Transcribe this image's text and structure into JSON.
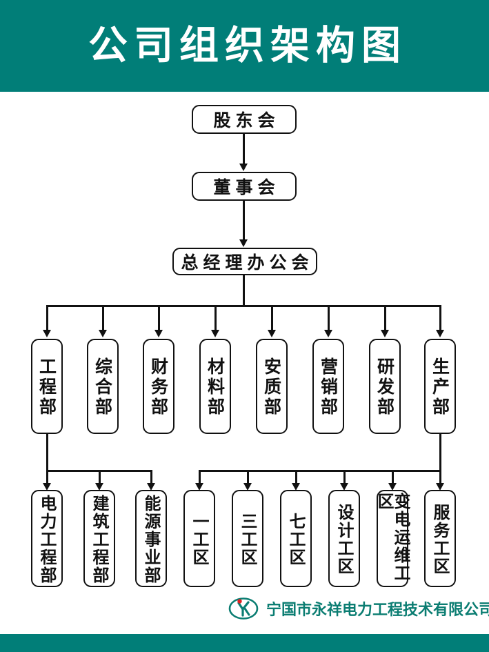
{
  "header": {
    "title": "公司组织架构图",
    "background_color": "#017E78",
    "text_color": "#FFFFFF"
  },
  "footer": {
    "company_name": "宁国市永祥电力工程技术有限公司",
    "logo_name": "yongxiang-logo",
    "text_color": "#0B7D72",
    "bar_color": "#017E78"
  },
  "chart_data": {
    "type": "org-chart",
    "title": "公司组织架构图",
    "orientation": "top-down",
    "levels": [
      {
        "level": 1,
        "nodes": [
          "股东会"
        ]
      },
      {
        "level": 2,
        "nodes": [
          "董事会"
        ]
      },
      {
        "level": 3,
        "nodes": [
          "总经理办公会"
        ]
      },
      {
        "level": 4,
        "nodes": [
          "工程部",
          "综合部",
          "财务部",
          "材料部",
          "安质部",
          "营销部",
          "研发部",
          "生产部"
        ]
      },
      {
        "level": 5,
        "nodes": [
          "电力工程部",
          "建筑工程部",
          "能源事业部",
          "一工区",
          "三工区",
          "七工区",
          "设计工区",
          "变电运维工区",
          "服务工区"
        ]
      }
    ],
    "edges": [
      {
        "from": "股东会",
        "to": "董事会"
      },
      {
        "from": "董事会",
        "to": "总经理办公会"
      },
      {
        "from": "总经理办公会",
        "to": "工程部"
      },
      {
        "from": "总经理办公会",
        "to": "综合部"
      },
      {
        "from": "总经理办公会",
        "to": "财务部"
      },
      {
        "from": "总经理办公会",
        "to": "材料部"
      },
      {
        "from": "总经理办公会",
        "to": "安质部"
      },
      {
        "from": "总经理办公会",
        "to": "营销部"
      },
      {
        "from": "总经理办公会",
        "to": "研发部"
      },
      {
        "from": "总经理办公会",
        "to": "生产部"
      },
      {
        "from": "工程部",
        "to": "电力工程部"
      },
      {
        "from": "工程部",
        "to": "建筑工程部"
      },
      {
        "from": "工程部",
        "to": "能源事业部"
      },
      {
        "from": "生产部",
        "to": "一工区"
      },
      {
        "from": "生产部",
        "to": "三工区"
      },
      {
        "from": "生产部",
        "to": "七工区"
      },
      {
        "from": "生产部",
        "to": "设计工区"
      },
      {
        "from": "生产部",
        "to": "变电运维工区"
      },
      {
        "from": "生产部",
        "to": "服务工区"
      }
    ],
    "box_style": "rounded-rect",
    "line_color": "#111111"
  },
  "nodes": {
    "shareholders": "股东会",
    "board": "董事会",
    "gm_office": "总经理办公会",
    "depts": [
      "工程部",
      "综合部",
      "财务部",
      "材料部",
      "安质部",
      "营销部",
      "研发部",
      "生产部"
    ],
    "subs": [
      "电力工程部",
      "建筑工程部",
      "能源事业部",
      "一工区",
      "三工区",
      "七工区",
      "设计工区",
      "变电运维工区",
      "服务工区"
    ]
  }
}
